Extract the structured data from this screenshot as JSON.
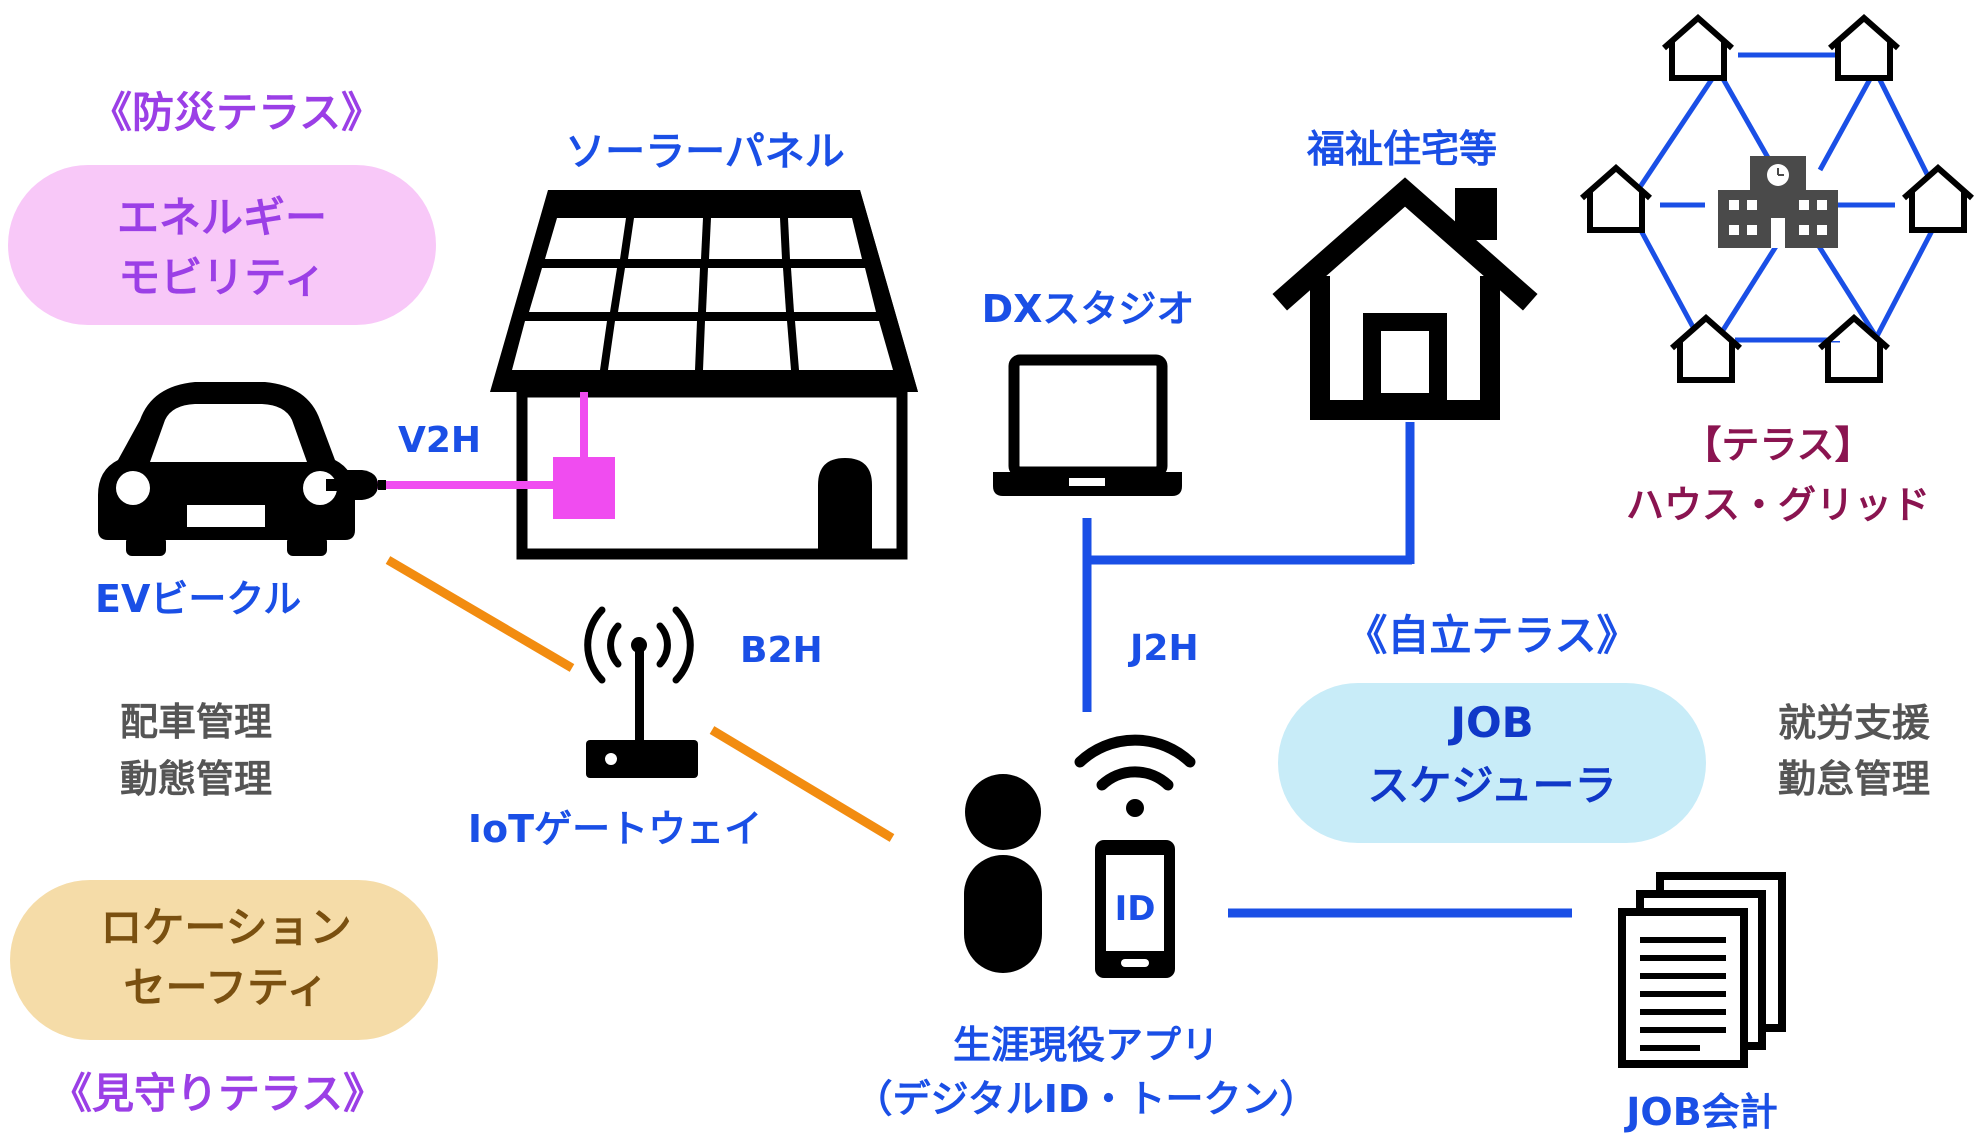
{
  "colors": {
    "blue": "#1a4fe6",
    "purple": "#9b3fe6",
    "pink_fill": "#f8c8f8",
    "pink_line": "#f04cf0",
    "orange_line": "#f28c10",
    "orange_fill": "#f5dca8",
    "brown_text": "#7a5010",
    "lightblue_fill": "#c8ecf8",
    "blue_text": "#1038c8",
    "gray_text": "#555555",
    "maroon": "#8a1450",
    "black": "#000000",
    "building": "#4a4a4a"
  },
  "icons": [
    "car-icon",
    "plug-icon",
    "solar-house-icon",
    "router-icon",
    "laptop-icon",
    "home-icon",
    "person-icon",
    "wifi-icon",
    "smartphone-icon",
    "documents-icon",
    "house-grid-icon",
    "building-icon"
  ],
  "labels": {
    "bousai_terrace": "《防災テラス》",
    "energy_line1": "エネルギー",
    "energy_line2": "モビリティ",
    "solar_panel": "ソーラーパネル",
    "v2h": "V2H",
    "ev_vehicle": "EVビークル",
    "b2h": "B2H",
    "dispatch1": "配車管理",
    "dispatch2": "動態管理",
    "iot_gateway": "IoTゲートウェイ",
    "location_line1": "ロケーション",
    "location_line2": "セーフティ",
    "mimamori_terrace": "《見守りテラス》",
    "dx_studio": "DXスタジオ",
    "welfare_housing": "福祉住宅等",
    "terrace_bracket": "【テラス】",
    "house_grid": "ハウス・グリッド",
    "j2h": "J2H",
    "jiritsu_terrace": "《自立テラス》",
    "job_line1": "JOB",
    "job_line2": "スケジューラ",
    "employment1": "就労支援",
    "employment2": "勤怠管理",
    "id": "ID",
    "app_line1": "生涯現役アプリ",
    "app_line2": "（デジタルID・トークン）",
    "job_accounting": "JOB会計"
  }
}
